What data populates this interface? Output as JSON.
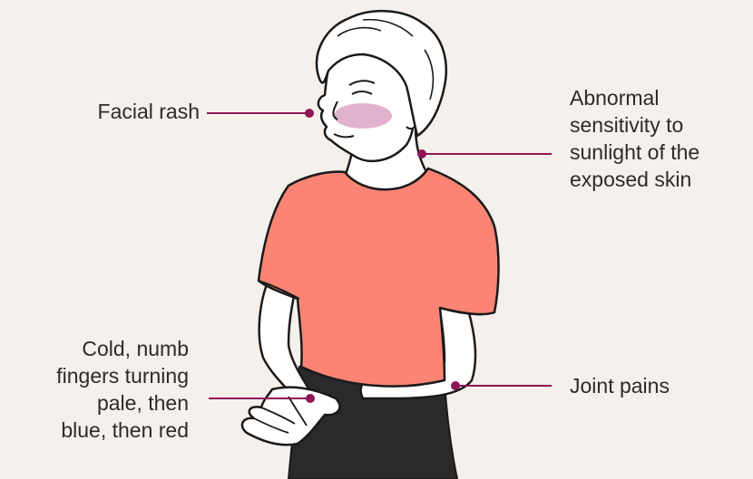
{
  "diagram": {
    "labels": {
      "facial_rash": "Facial rash",
      "sun_sensitivity": "Abnormal\nsensitivity to\nsunlight of the\nexposed skin",
      "cold_fingers": "Cold, numb\nfingers turning\npale, then\nblue, then red",
      "joint_pains": "Joint pains"
    },
    "colors": {
      "background": "#f5f0ec",
      "leader_line": "#8e1556",
      "shirt": "#fb8474",
      "trousers": "#2a2a2a",
      "rash": "#dba4c6",
      "outline": "#1a1a1a",
      "skin": "#ffffff"
    }
  }
}
